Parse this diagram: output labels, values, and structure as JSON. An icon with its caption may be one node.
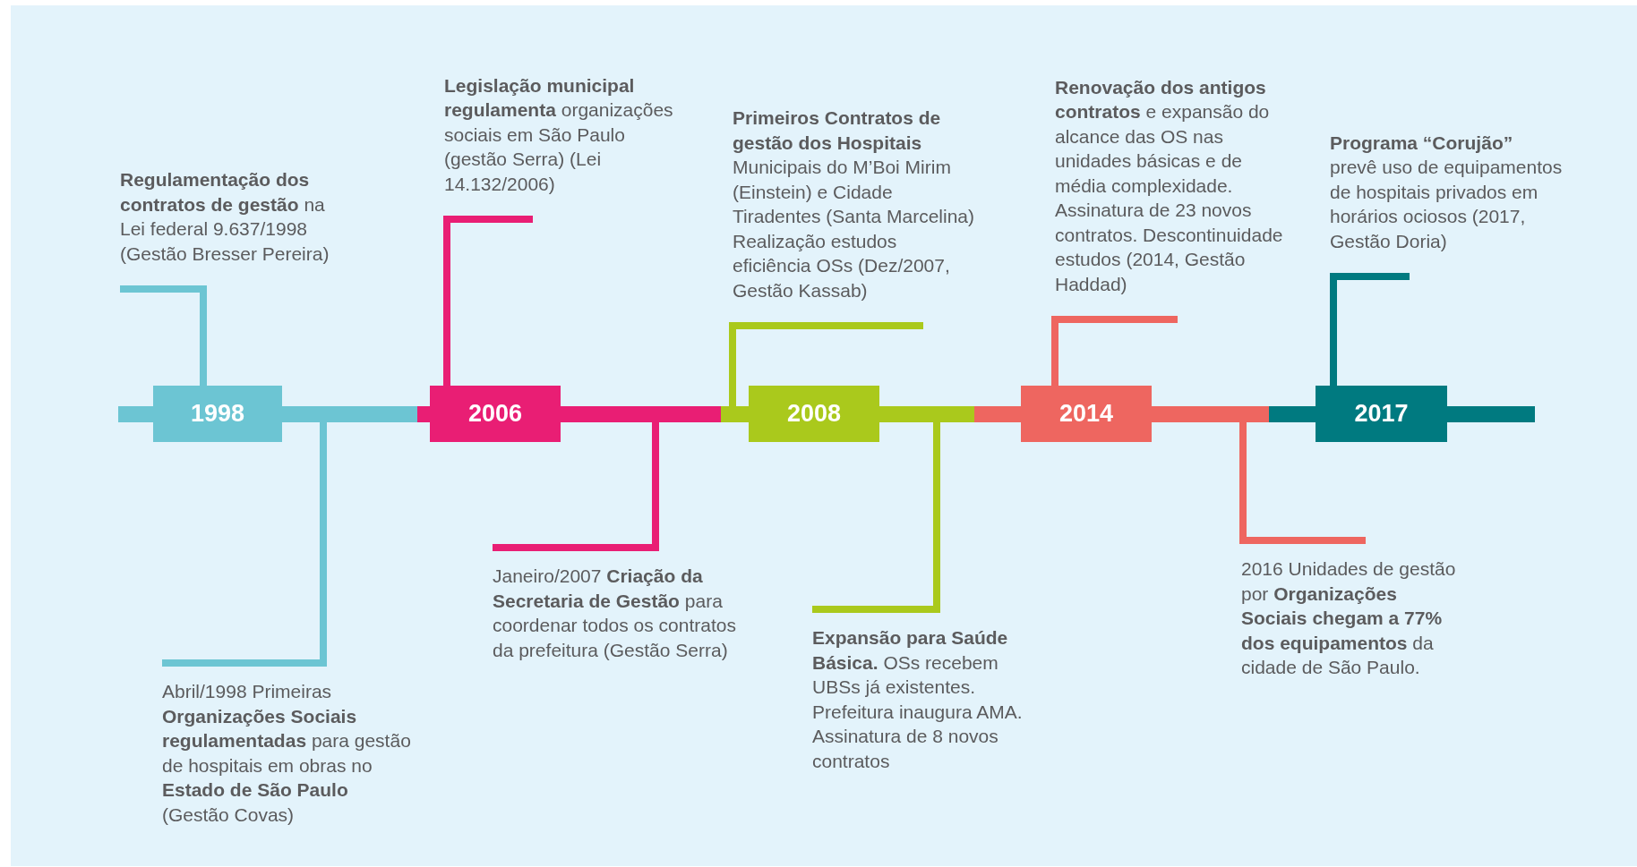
{
  "diagram": {
    "nodes": [
      {
        "text": [
          "1998"
        ]
      },
      {
        "text": [
          "2006"
        ]
      },
      {
        "text": [
          "2008"
        ]
      },
      {
        "text": [
          "2014"
        ]
      },
      {
        "text": [
          "2017"
        ]
      },
      {
        "text": [
          "**Regulamentação dos contratos de gestão** na Lei federal 9.637/1998 (Gestão Bresser Pereira)"
        ]
      },
      {
        "text": [
          "**Legislação municipal regulamenta** organizações sociais em São Paulo (gestão Serra) (Lei 14.132/2006)"
        ]
      },
      {
        "text": [
          "**Primeiros Contratos de gestão dos Hospitais** Municipais do M’Boi Mirim (Einstein) e Cidade Tiradentes (Santa Marcelina) Realização estudos eficiência OSs (Dez/2007, Gestão Kassab)"
        ]
      },
      {
        "text": [
          "**Renovação dos antigos contratos** e expansão do alcance das OS nas unidades básicas e de média complexidade. Assinatura de 23 novos contratos. Descontinuidade estudos (2014, Gestão Haddad)"
        ]
      },
      {
        "text": [
          "**Programa “Corujão”** prevê uso de equipamentos de hospitais privados em horários ociosos (2017, Gestão Doria)"
        ]
      },
      {
        "text": [
          "Abril/1998 Primeiras **Organizações Sociais regulamentadas** para gestão de hospitais em obras no **Estado de São Paulo** (Gestão Covas)"
        ]
      },
      {
        "text": [
          "Janeiro/2007 **Criação da Secretaria de Gestão** para coordenar todos os contratos da prefeitura (Gestão Serra)"
        ]
      },
      {
        "text": [
          "**Expansão para Saúde Básica.** OSs recebem UBSs já existentes. Prefeitura inaugura AMA. Assinatura de 8 novos contratos"
        ]
      },
      {
        "text": [
          "2016 Unidades de gestão por **Organizações Sociais chegam a 77% dos equipamentos** da cidade de São Paulo."
        ]
      }
    ],
    "edges": [
      {
        "from": 0,
        "to": 5,
        "arrow": "none",
        "color": "#6cc5d3"
      },
      {
        "from": 1,
        "to": 6,
        "arrow": "none",
        "color": "#e91e74"
      },
      {
        "from": 2,
        "to": 7,
        "arrow": "none",
        "color": "#aac91c"
      },
      {
        "from": 3,
        "to": 8,
        "arrow": "none",
        "color": "#ee6660"
      },
      {
        "from": 4,
        "to": 9,
        "arrow": "none",
        "color": "#007a80"
      },
      {
        "from": 0,
        "to": 10,
        "arrow": "none",
        "color": "#6cc5d3"
      },
      {
        "from": 1,
        "to": 11,
        "arrow": "none",
        "color": "#e91e74"
      },
      {
        "from": 2,
        "to": 12,
        "arrow": "none",
        "color": "#aac91c"
      },
      {
        "from": 3,
        "to": 13,
        "arrow": "none",
        "color": "#ee6660"
      }
    ]
  }
}
